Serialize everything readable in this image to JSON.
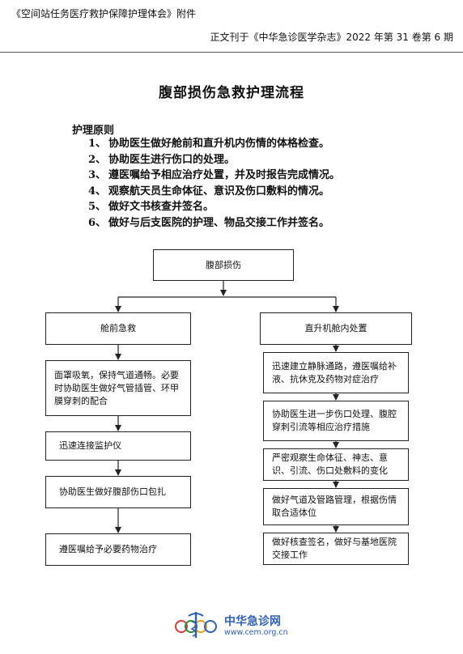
{
  "header": {
    "left": "《空间站任务医疗救护保障护理体会》附件",
    "right": "正文刊于《中华急诊医学杂志》2022 年第 31 卷第 6 期"
  },
  "title": "腹部损伤急救护理流程",
  "principles": {
    "heading": "护理原则",
    "items": [
      {
        "num": "1、",
        "text": "协助医生做好舱前和直升机内伤情的体格检查。"
      },
      {
        "num": "2、",
        "text": "协助医生进行伤口的处理。"
      },
      {
        "num": "3、",
        "text": "遵医嘱给予相应治疗处置，并及时报告完成情况。"
      },
      {
        "num": "4、",
        "text": "观察航天员生命体征、意识及伤口敷料的情况。"
      },
      {
        "num": "5、",
        "text": "做好文书核查并签名。"
      },
      {
        "num": "6、",
        "text": "做好与后支医院的护理、物品交接工作并签名。"
      }
    ]
  },
  "flow": {
    "root": "腹部损伤",
    "left_head": "舱前急救",
    "left_steps": [
      "面罩吸氧，保持气道通畅。必要时协助医生做好气管插管、环甲膜穿刺的配合",
      "迅速连接监护仪",
      "协助医生做好腹部伤口包扎",
      "遵医嘱给予必要药物治疗"
    ],
    "right_head": "直升机舱内处置",
    "right_steps": [
      "迅速建立静脉通路，遵医嘱给补液、抗休克及药物对症治疗",
      "协助医生进一步伤口处理、腹腔穿刺引流等相应治疗措施",
      "严密观察生命体征、神志、意识、引流、伤口处敷料的变化",
      "做好气道及管路管理，根据伤情取合适体位",
      "做好核查签名，做好与基地医院交接工作"
    ]
  },
  "logo": {
    "name": "中华急诊网",
    "url": "www.cem.org.cn",
    "color": "#2f5fb0"
  }
}
